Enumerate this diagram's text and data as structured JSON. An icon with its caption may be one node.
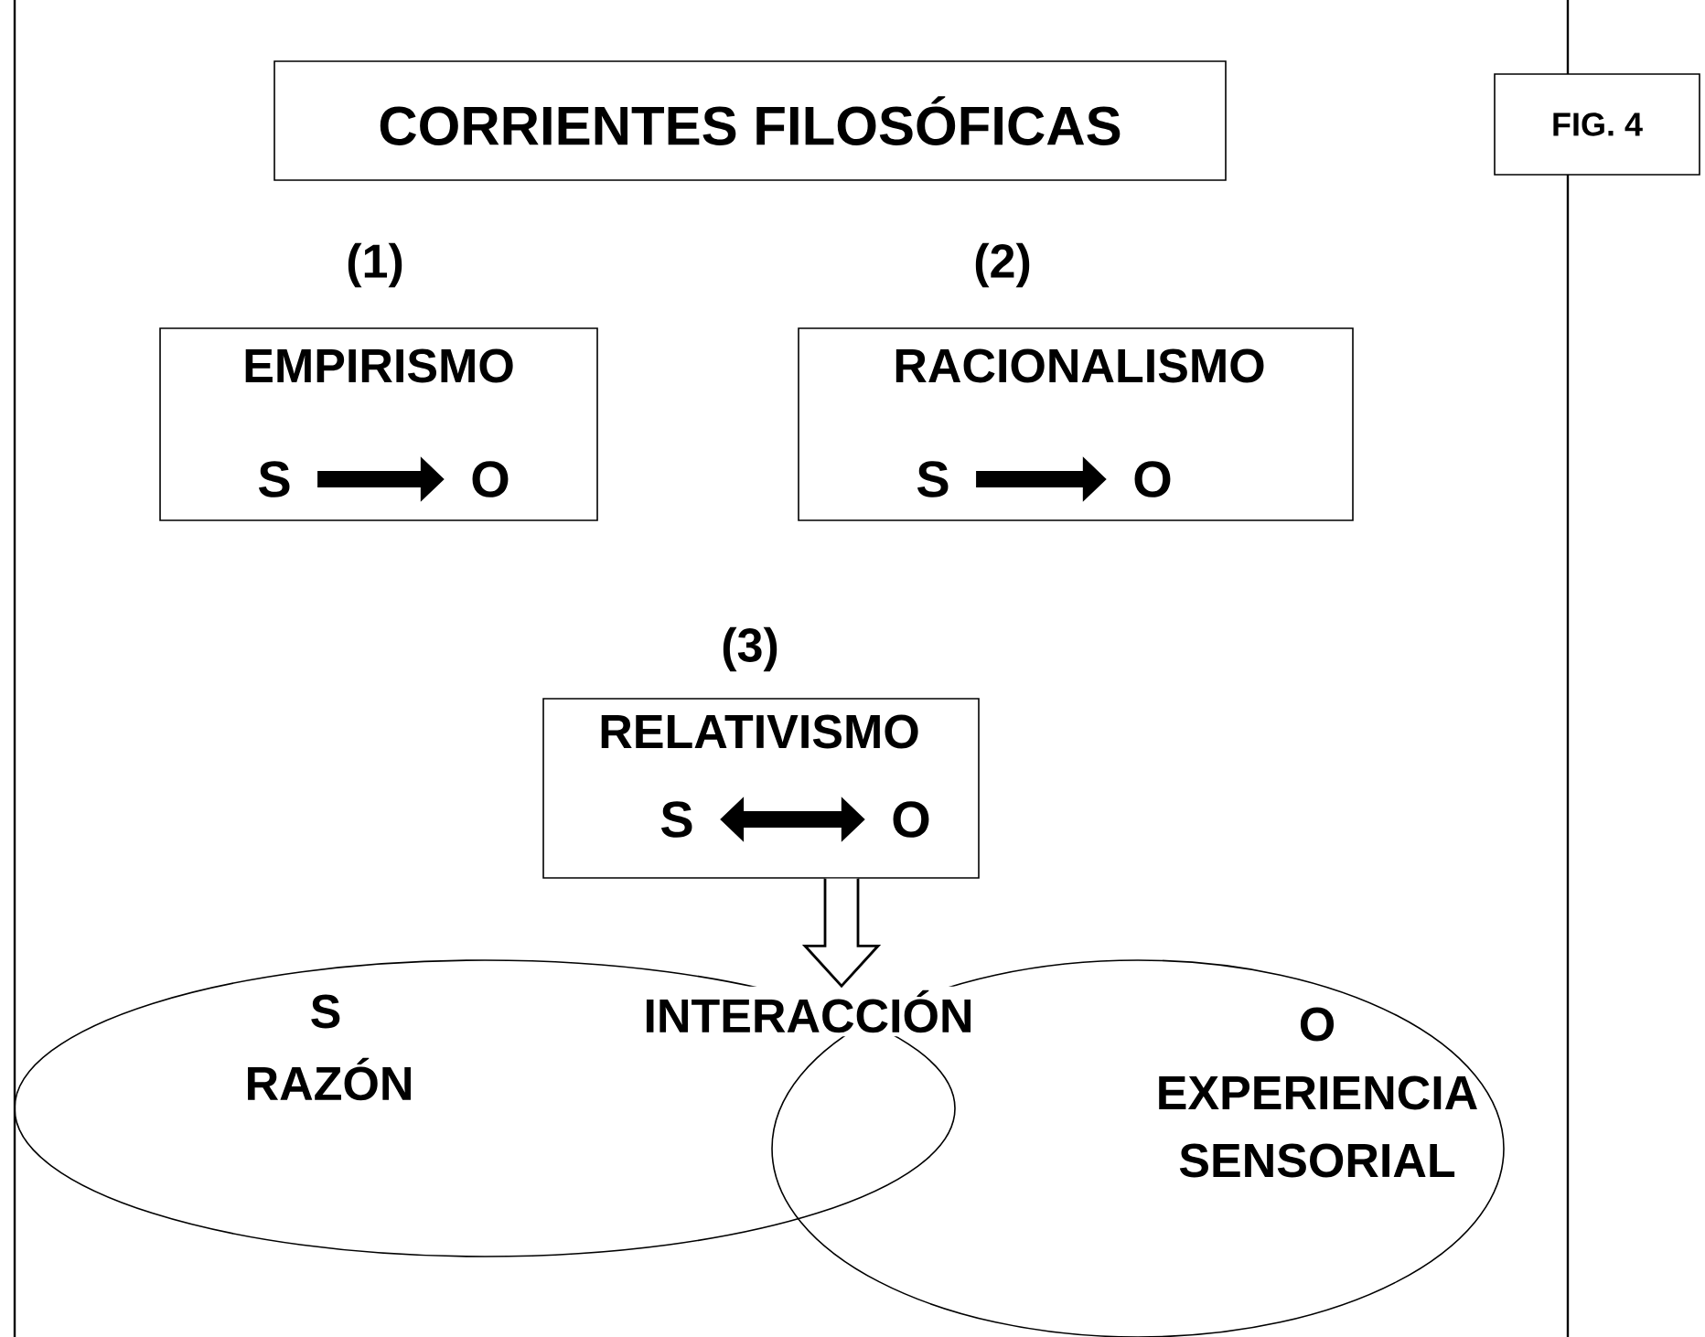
{
  "diagram": {
    "nodes": [
      {
        "text": [
          "CORRIENTES FILOSÓFICAS"
        ]
      },
      {
        "text": [
          "FIG. 4"
        ]
      },
      {
        "text": [
          "(1)",
          "EMPIRISMO"
        ]
      },
      {
        "text": [
          "S"
        ],
        "in": 2
      },
      {
        "text": [
          "O"
        ],
        "in": 2
      },
      {
        "text": [
          "(2)",
          "RACIONALISMO"
        ]
      },
      {
        "text": [
          "S"
        ],
        "in": 5
      },
      {
        "text": [
          "O"
        ],
        "in": 5
      },
      {
        "text": [
          "(3)",
          "RELATIVISMO"
        ]
      },
      {
        "text": [
          "S"
        ],
        "in": 8
      },
      {
        "text": [
          "O"
        ],
        "in": 8
      },
      {
        "text": [
          "S",
          "RAZÓN"
        ]
      },
      {
        "text": [
          "O",
          "EXPERIENCIA SENSORIAL"
        ]
      },
      {
        "text": [
          "INTERACCIÓN"
        ]
      }
    ],
    "edges": [
      {
        "from": 3,
        "to": 4,
        "arrow": "to"
      },
      {
        "from": 6,
        "to": 7,
        "arrow": "to"
      },
      {
        "from": 9,
        "to": 10,
        "arrow": "both"
      },
      {
        "from": 8,
        "to": 13,
        "arrow": "to"
      }
    ]
  }
}
